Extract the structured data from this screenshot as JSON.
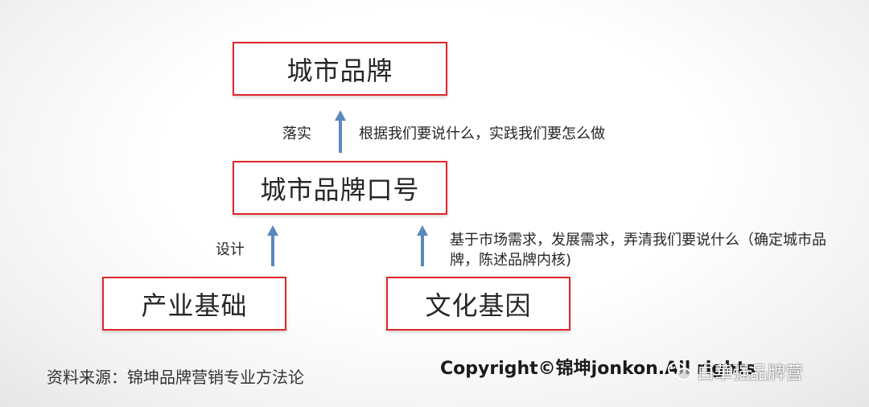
{
  "diagram": {
    "boxes": {
      "city_brand": "城市品牌",
      "city_brand_slogan": "城市品牌口号",
      "industry_base": "产业基础",
      "culture_gene": "文化基因"
    },
    "edge_labels": {
      "implement": "落实",
      "design": "设计"
    },
    "annotations": {
      "top": "根据我们要说什么，实践我们要怎么做",
      "right": "基于市场需求，发展需求，弄清我们要说什么（确定城市品牌，陈述品牌内核)"
    }
  },
  "footer": {
    "source": "资料来源：锦坤品牌营销专业方法论",
    "copyright": "Copyright©锦坤jonkon.All rights",
    "watermark": "白華强品牌营"
  },
  "colors": {
    "box_border": "#e0262b",
    "arrow": "#5b87bf"
  },
  "icons": {
    "watermark_icon": "wechat-icon"
  }
}
